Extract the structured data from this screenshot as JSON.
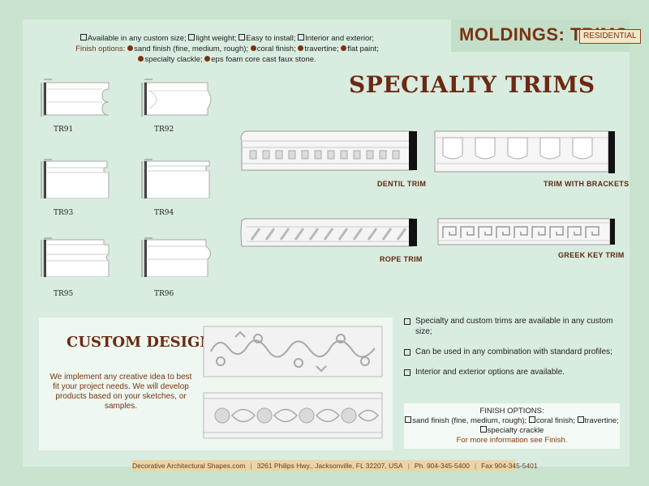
{
  "header": {
    "title": "MOLDINGS: TRIMS.",
    "badge": "RESIDENTIAL"
  },
  "top_info": {
    "features": [
      "Available in any custom size;",
      "light weight;",
      "Easy to install;",
      "Interior and exterior;"
    ],
    "finish_label": "Finish options:",
    "finish_line1": [
      "sand finish (fine, medium, rough);",
      "coral finish;",
      "travertine;",
      "flat paint;"
    ],
    "finish_line2": [
      "specialty clackle;",
      "eps foam core cast faux stone."
    ]
  },
  "section_heading": "SPECIALTY TRIMS",
  "profiles": [
    {
      "label": "TR91"
    },
    {
      "label": "TR92"
    },
    {
      "label": "TR93"
    },
    {
      "label": "TR94"
    },
    {
      "label": "TR95"
    },
    {
      "label": "TR96"
    }
  ],
  "specialty_trims": [
    {
      "label": "DENTIL TRIM"
    },
    {
      "label": "TRIM WITH BRACKETS"
    },
    {
      "label": "ROPE TRIM"
    },
    {
      "label": "GREEK KEY TRIM"
    }
  ],
  "custom": {
    "title": "CUSTOM DESIGNS",
    "text": "We implement any creative idea to best fit your project needs. We will develop products based on your sketches, or samples."
  },
  "bullets": [
    "Specialty and custom trims are available in any custom size;",
    "Can be used in any combination with standard profiles;",
    "Interior and exterior options are available."
  ],
  "finish_options": {
    "heading": "FINISH OPTIONS:",
    "line1": [
      "sand finish (fine, medium, rough);",
      "coral finish;",
      "travertine;"
    ],
    "line2": "specialty crackle",
    "more": "For more information see Finish."
  },
  "footer": {
    "site": "Decorative Architectural Shapes.com",
    "address": "3261 Philips Hwy., Jacksonville, FL 32207, USA",
    "phone": "Ph. 904-345-5400",
    "fax": "Fax 904-345-5401"
  },
  "colors": {
    "accent": "#7a3312",
    "background": "#c9e3cf",
    "panel": "#d9ece0"
  }
}
